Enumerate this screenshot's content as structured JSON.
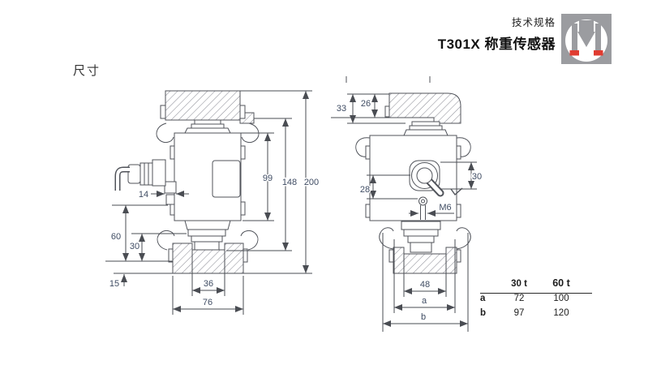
{
  "header": {
    "doc_type": "技术规格",
    "title": "T301X 称重传感器"
  },
  "logo": {
    "name": "mettler-toledo-logo",
    "bg_color": "#9b9ca0",
    "accent_color": "#e03c31"
  },
  "section_label": "尺寸",
  "drawing": {
    "side_view": {
      "dim_99": "99",
      "dim_148": "148",
      "dim_200": "200",
      "dim_14": "14",
      "dim_60": "60",
      "dim_30": "30",
      "dim_15": "15",
      "dim_36": "36",
      "dim_76": "76"
    },
    "front_view": {
      "dim_33": "33",
      "dim_26": "26",
      "dim_30": "30",
      "dim_28": "28",
      "dim_m6": "M6",
      "dim_48": "48",
      "dim_a": "a",
      "dim_b": "b"
    }
  },
  "table": {
    "col_headers": [
      "30 t",
      "60 t"
    ],
    "rows": [
      {
        "label": "a",
        "values": [
          "72",
          "100"
        ]
      },
      {
        "label": "b",
        "values": [
          "97",
          "120"
        ]
      }
    ]
  },
  "colors": {
    "line": "#50535a",
    "dim_text": "#3f4c63",
    "hatch": "#8f9099"
  }
}
